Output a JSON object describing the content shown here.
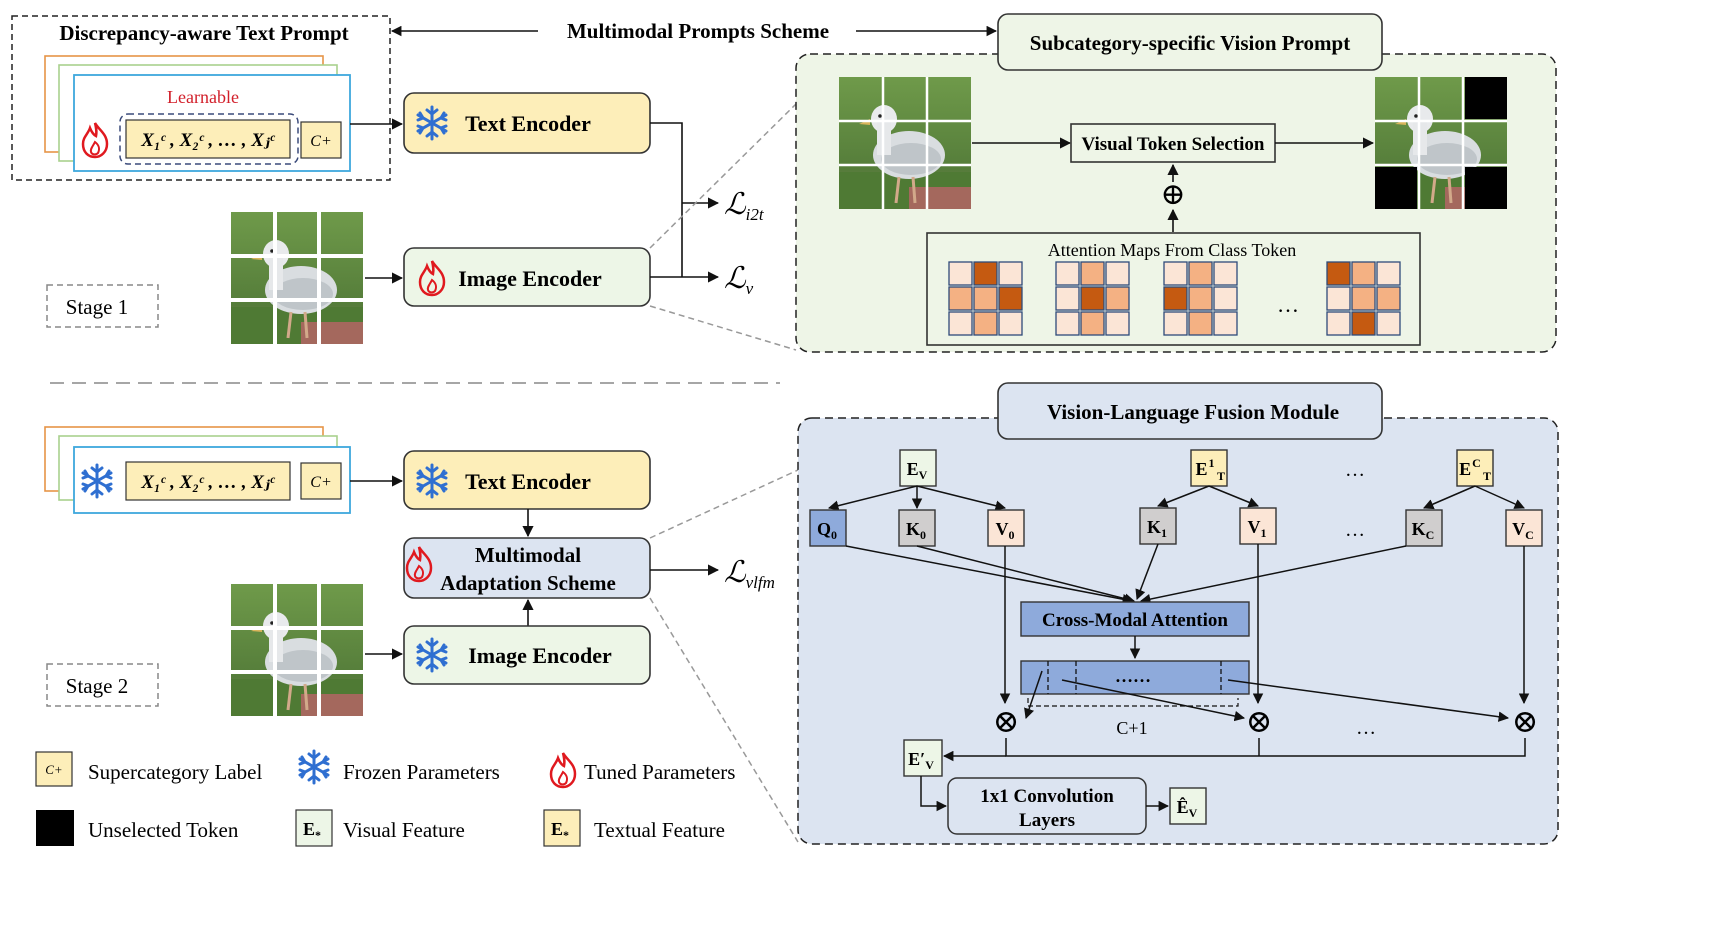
{
  "header": {
    "text_prompt_title": "Discrepancy-aware Text Prompt",
    "scheme_title": "Multimodal Prompts Scheme",
    "vision_prompt_title": "Subcategory-specific Vision Prompt"
  },
  "stage1": {
    "learnable": "Learnable",
    "tokens": "X₁ᶜ , X₂ᶜ , … , Xⱼᶜ",
    "cplus": "C+",
    "text_encoder": "Text Encoder",
    "image_encoder": "Image Encoder",
    "label": "Stage 1",
    "loss_i2t": "ℒ",
    "loss_i2t_sub": "i2t",
    "loss_v": "ℒ",
    "loss_v_sub": "v"
  },
  "vision_prompt": {
    "selection": "Visual Token Selection",
    "attention_title": "Attention Maps From Class Token",
    "ellipsis": "…",
    "plus": "⊕"
  },
  "stage2": {
    "tokens": "X₁ᶜ , X₂ᶜ , … , Xⱼᶜ",
    "cplus": "C+",
    "text_encoder": "Text Encoder",
    "mas_line1": "Multimodal",
    "mas_line2": "Adaptation Scheme",
    "image_encoder": "Image Encoder",
    "label": "Stage 2",
    "loss": "ℒ",
    "loss_sub": "vlfm"
  },
  "fusion": {
    "title": "Vision-Language Fusion Module",
    "ev": "E",
    "ev_sub": "V",
    "et1": "E",
    "et1_sub": "T",
    "et1_sup": "1",
    "etc": "E",
    "etc_sub": "T",
    "etc_sup": "C",
    "q0": "Q",
    "q0_sub": "0",
    "k0": "K",
    "k0_sub": "0",
    "v0": "V",
    "v0_sub": "0",
    "k1": "K",
    "k1_sub": "1",
    "v1": "V",
    "v1_sub": "1",
    "kc": "K",
    "kc_sub": "C",
    "vc": "V",
    "vc_sub": "C",
    "ellipsis": "…",
    "cross_attention": "Cross-Modal Attention",
    "dots": "……",
    "c_plus_1": "C+1",
    "times": "⊗",
    "ev_prime": "E′",
    "ev_prime_sub": "V",
    "conv_line1": "1x1 Convolution",
    "conv_line2": "Layers",
    "ev_hat": "Ê",
    "ev_hat_sub": "V"
  },
  "legend": {
    "cplus": "C+",
    "supercategory": "Supercategory Label",
    "frozen": "Frozen Parameters",
    "tuned": "Tuned Parameters",
    "unselected": "Unselected Token",
    "e_star": "E",
    "e_star_sub": "*",
    "visual": "Visual Feature",
    "textual": "Textual Feature"
  },
  "colors": {
    "encoder_yellow": "#fdeeb9",
    "encoder_green": "#edf6e7",
    "fusion_bg": "#dce4f1",
    "vision_bg": "#eef5e7",
    "attention_dark": "#c55a11",
    "attention_light": "#f4b183",
    "attention_pale": "#fbe5d6",
    "blue_block": "#8eaadb",
    "flame_red": "#e0191f",
    "snow_blue": "#2f6fd1"
  }
}
